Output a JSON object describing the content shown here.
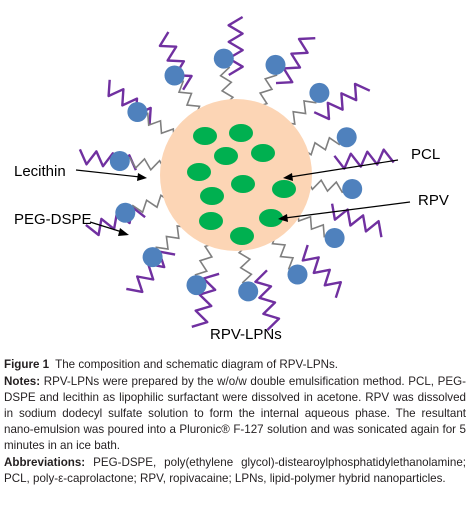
{
  "colors": {
    "core_fill": "#fcd5b5",
    "drug_fill": "#00b050",
    "lipid_head": "#4f81bd",
    "lipid_tail": "#7f7f7f",
    "peg_chain": "#7030a0",
    "arrow": "#000000"
  },
  "diagram": {
    "labels": {
      "lecithin": "Lecithin",
      "peg_dspe": "PEG-DSPE",
      "pcl": "PCL",
      "rpv": "RPV",
      "title": "RPV-LPNs"
    }
  },
  "caption": {
    "figure_label": "Figure 1",
    "figure_title": "The composition and schematic diagram of RPV-LPNs.",
    "notes_label": "Notes:",
    "notes_text": "RPV-LPNs were prepared by the w/o/w double emulsification method. PCL, PEG-DSPE and lecithin as lipophilic surfactant were dissolved in acetone. RPV was dissolved in sodium dodecyl sulfate solution to form the internal aqueous phase. The resultant nano-emulsion was poured into a Pluronic® F-127 solution and was sonicated again for 5 minutes in an ice bath.",
    "abbrev_label": "Abbreviations:",
    "abbrev_text": "PEG-DSPE, poly(ethylene glycol)-distearoylphosphatidylethanolamine; PCL, poly-ε-caprolactone; RPV, ropivacaine; LPNs, lipid-polymer hybrid nanoparticles."
  }
}
